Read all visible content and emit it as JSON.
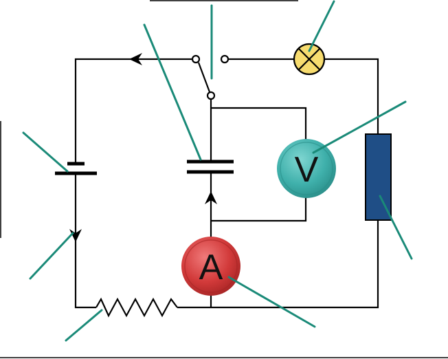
{
  "meters": {
    "voltmeter_letter": "V",
    "ammeter_letter": "A"
  },
  "colors": {
    "wire": "#000000",
    "leader_line": "#1a8a78",
    "lamp_fill": "#f7dc6f",
    "voltmeter_fill": "#3fb0ab",
    "ammeter_fill": "#d23a3a",
    "resistor_fill": "#1f4e86"
  },
  "components": [
    "battery",
    "switch",
    "lamp",
    "capacitor",
    "voltmeter",
    "ammeter",
    "resistor",
    "variable-resistor",
    "current-arrows"
  ]
}
